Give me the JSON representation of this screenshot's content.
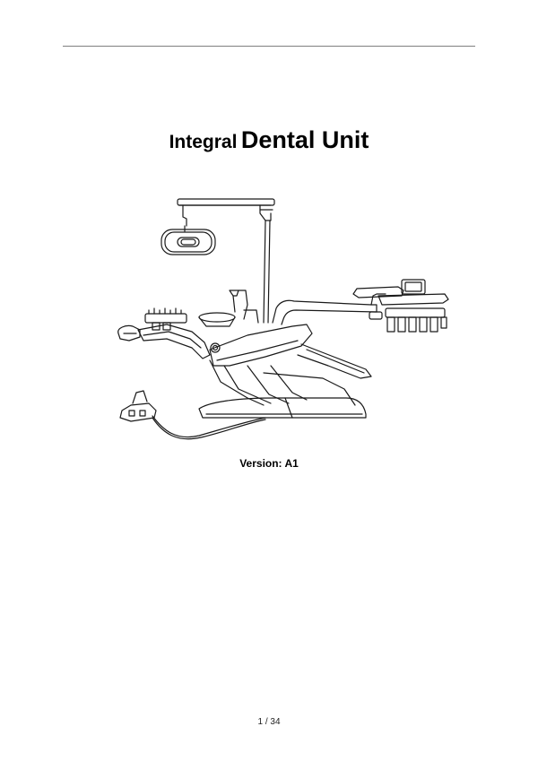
{
  "document": {
    "title_prefix": "Integral",
    "title_main": "Dental Unit",
    "version_label": "Version: A1",
    "page_number": "1 / 34"
  },
  "figure": {
    "icon": "dental-unit-line-drawing"
  },
  "colors": {
    "text": "#000000",
    "rule": "#7f7f7f",
    "line_art": "#1a1a1a"
  }
}
